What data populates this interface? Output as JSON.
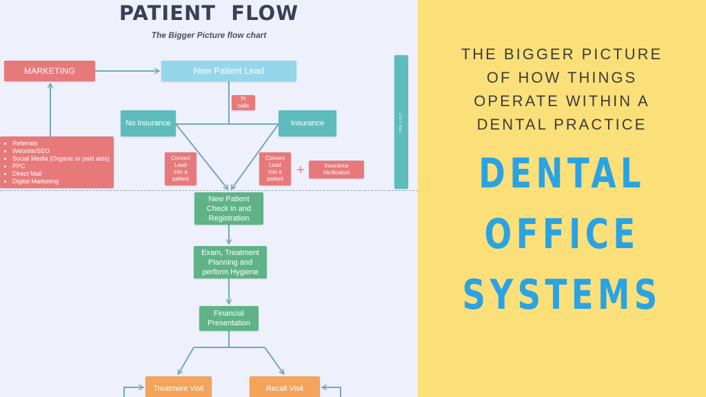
{
  "diagram": {
    "title": "PATIENT  FLOW",
    "subtitle": "The Bigger Picture flow chart",
    "nodes": {
      "marketing": "MARKETING",
      "new_lead": "New Patient Lead",
      "pt_calls": "Pt\ncalls",
      "no_insurance": "No Insurance",
      "insurance": "Insurance",
      "convert_left": "Convert\nLead\ninto a\npatient",
      "convert_right": "Convert\nLead\ninto a\npatient",
      "plus": "+",
      "insurance_verification": "Insurance\nVerification",
      "checkin": "New Patient\nCheck in and\nRegistration",
      "exam": "Exam, Treatment\nPlanning and\nperform Hygiene",
      "financial": "Financial\nPresentation",
      "treatment_visit": "Treatment Visit",
      "recall_visit": "Recall Visit",
      "side_bar_label": "PRE-VISIT"
    },
    "referrals": [
      "Referrals",
      "Website/SEO",
      "Social Media (Organic or paid aids)",
      "PPC",
      "Direct Mail",
      "Digital Marketing"
    ],
    "colors": {
      "red": "#e8797a",
      "blue": "#96d6ea",
      "teal": "#5ebcbc",
      "green": "#5fb386",
      "orange": "#f3a35a",
      "arrow": "#6ea8b8"
    }
  },
  "banner": {
    "tagline": [
      "THE BIGGER PICTURE",
      "OF HOW THINGS",
      "OPERATE WITHIN A",
      "DENTAL PRACTICE"
    ],
    "headline": [
      "DENTAL",
      "OFFICE",
      "SYSTEMS"
    ],
    "background_color": "#fbe07a",
    "headline_color": "#2ba3e3"
  }
}
